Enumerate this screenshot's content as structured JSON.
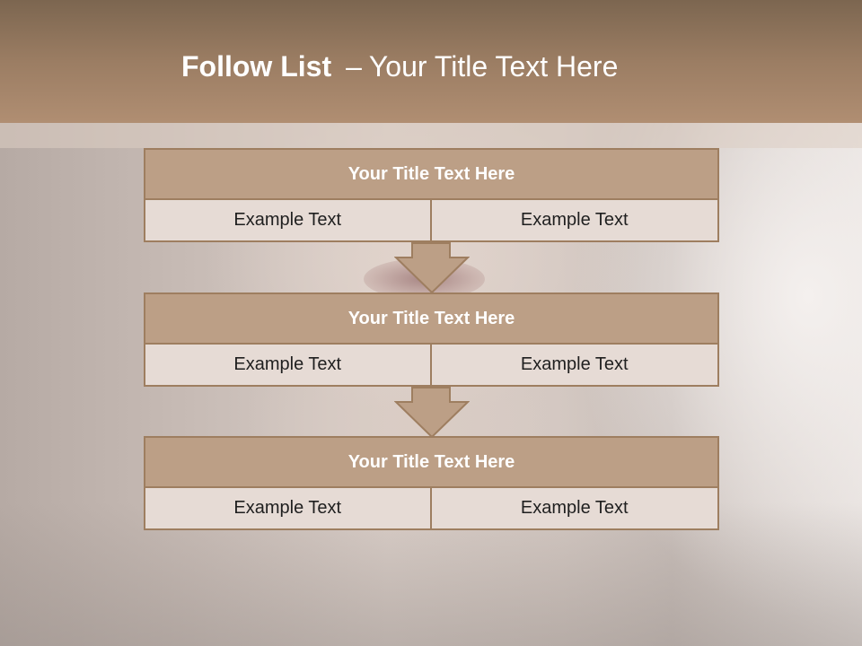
{
  "header": {
    "title_bold": "Follow List",
    "title_separator": "–",
    "title_rest": "Your Title Text Here"
  },
  "blocks": [
    {
      "title": "Your Title Text Here",
      "left_text": "Example Text",
      "right_text": "Example Text"
    },
    {
      "title": "Your Title Text Here",
      "left_text": "Example Text",
      "right_text": "Example Text"
    },
    {
      "title": "Your Title Text Here",
      "left_text": "Example Text",
      "right_text": "Example Text"
    }
  ],
  "colors": {
    "header": "#9b7d63",
    "block_title_fill": "#bc9f86",
    "cell_fill": "#e6dbd5",
    "border": "#9e7e60"
  }
}
